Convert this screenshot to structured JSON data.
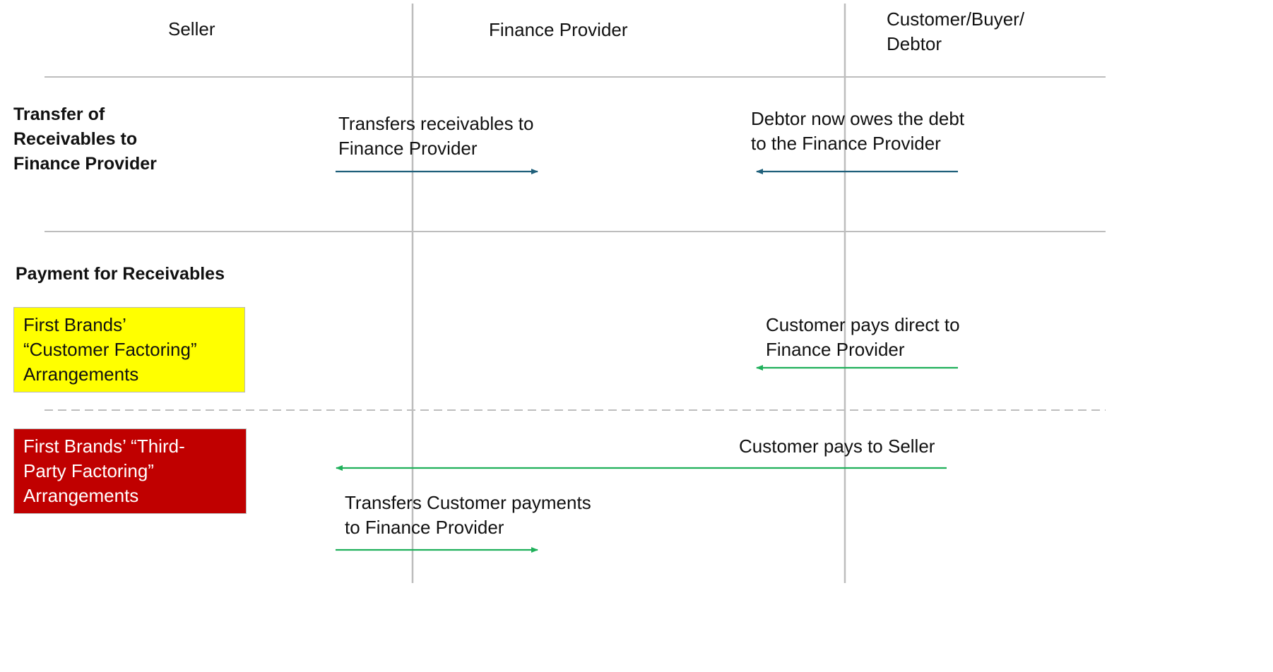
{
  "columns": {
    "seller": "Seller",
    "finance_provider": "Finance Provider",
    "customer": [
      "Customer/Buyer/",
      "Debtor"
    ]
  },
  "rows": {
    "transfer": {
      "label": [
        "Transfer of",
        "Receivables to",
        "Finance Provider"
      ],
      "seller_to_fp": [
        "Transfers receivables to",
        "Finance Provider"
      ],
      "debtor_to_fp": [
        "Debtor now owes the debt",
        "to the Finance Provider"
      ]
    },
    "payment": {
      "label": "Payment for Receivables",
      "customer_factoring": {
        "box": [
          "First Brands’",
          "“Customer Factoring”",
          "Arrangements"
        ],
        "flow": [
          "Customer pays direct to",
          "Finance Provider"
        ]
      },
      "third_party_factoring": {
        "box": [
          "First Brands’ “Third-",
          "Party Factoring”",
          "Arrangements"
        ],
        "flow_to_seller": "Customer pays to Seller",
        "flow_to_fp": [
          "Transfers Customer payments",
          "to Finance Provider"
        ]
      }
    }
  },
  "colors": {
    "teal_arrow": "#1f5f7a",
    "green_arrow": "#1fb05a",
    "grid_line": "#bdbdbd",
    "yellow_box": "#ffff00",
    "red_box": "#c00000"
  }
}
